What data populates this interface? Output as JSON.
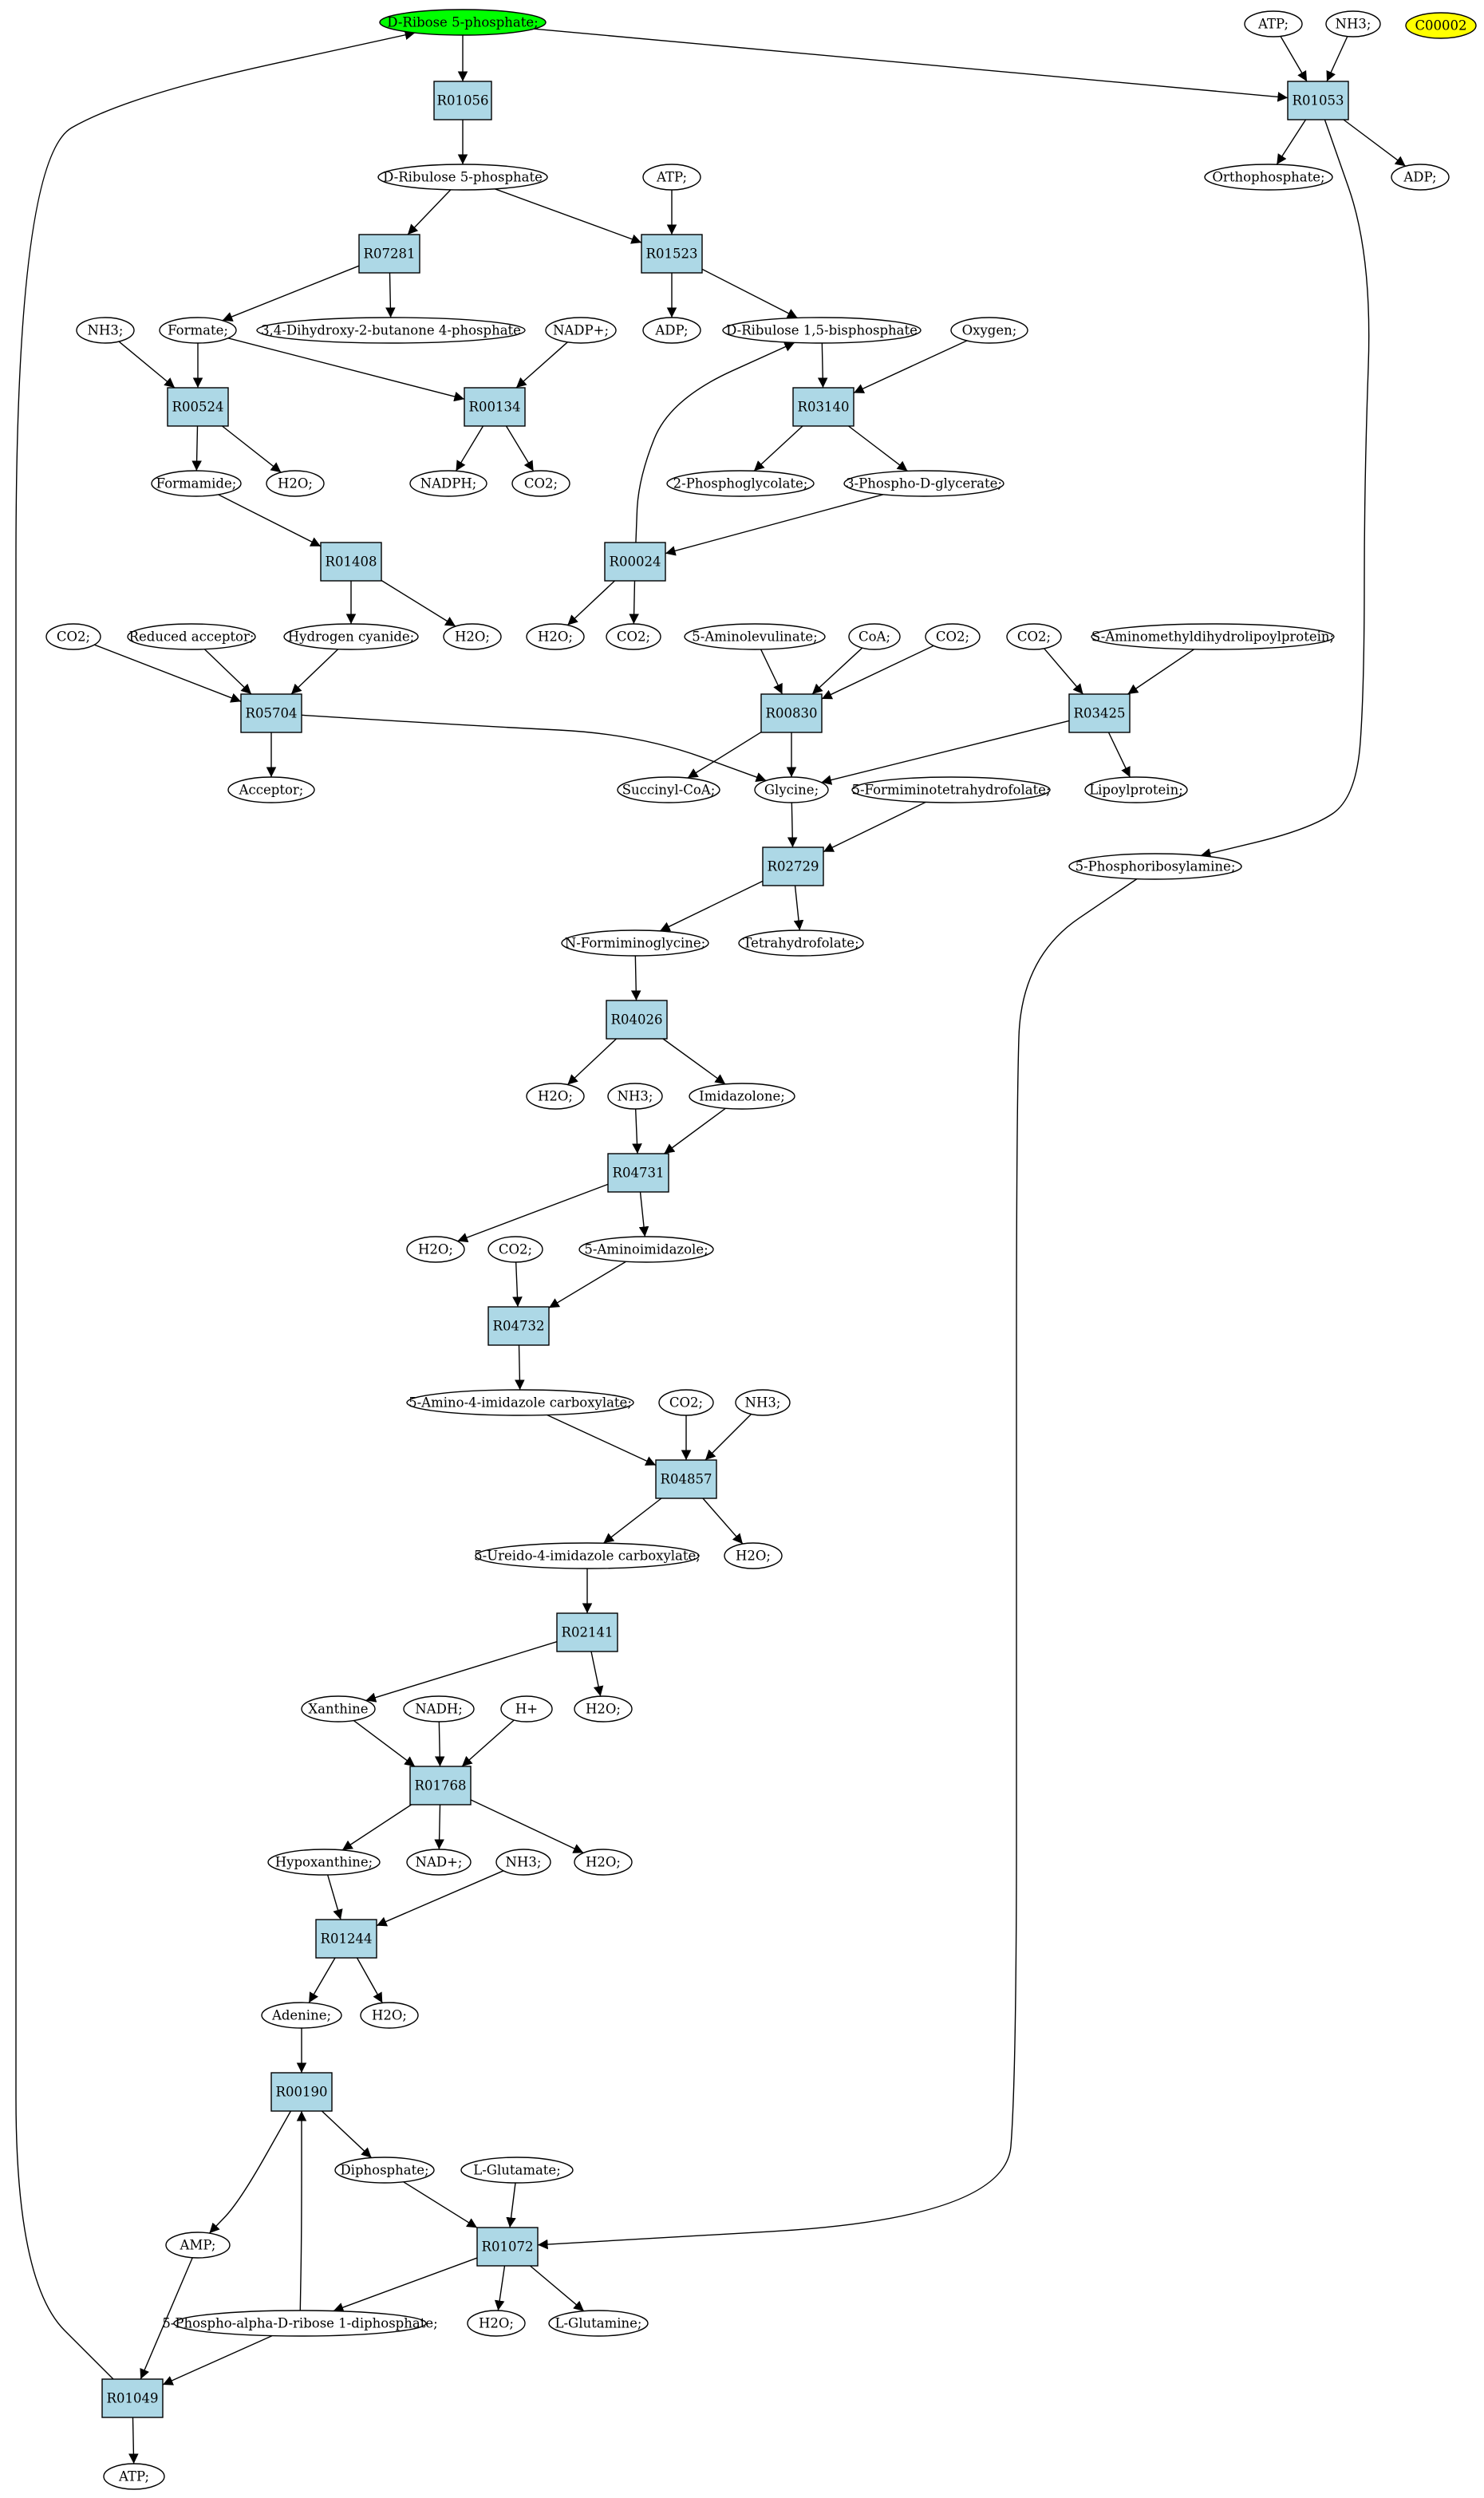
{
  "colors": {
    "compound_default": "#ffffff",
    "start_compound": "#00ff00",
    "highlight_compound": "#ffff00",
    "reaction": "#add8e6"
  },
  "compounds": [
    {
      "id": "c_r5p",
      "label": "D-Ribose 5-phosphate;",
      "style": "start"
    },
    {
      "id": "c_atp_top",
      "label": "ATP;"
    },
    {
      "id": "c_nh3_top",
      "label": "NH3;"
    },
    {
      "id": "c_c00002",
      "label": "C00002",
      "style": "highlight"
    },
    {
      "id": "c_ru5p",
      "label": "D-Ribulose 5-phosphate"
    },
    {
      "id": "c_atp2",
      "label": "ATP;"
    },
    {
      "id": "c_orthophosphate",
      "label": "Orthophosphate;"
    },
    {
      "id": "c_adp_top",
      "label": "ADP;"
    },
    {
      "id": "c_formate",
      "label": "Formate;"
    },
    {
      "id": "c_dhbp",
      "label": "3,4-Dihydroxy-2-butanone 4-phosphate"
    },
    {
      "id": "c_adp2",
      "label": "ADP;"
    },
    {
      "id": "c_rubp",
      "label": "D-Ribulose 1,5-bisphosphate"
    },
    {
      "id": "c_oxygen",
      "label": "Oxygen;"
    },
    {
      "id": "c_nh3_a",
      "label": "NH3;"
    },
    {
      "id": "c_nadpp",
      "label": "NADP+;"
    },
    {
      "id": "c_formamide",
      "label": "Formamide;"
    },
    {
      "id": "c_h2o_a",
      "label": "H2O;"
    },
    {
      "id": "c_nadph",
      "label": "NADPH;"
    },
    {
      "id": "c_co2_a",
      "label": "CO2;"
    },
    {
      "id": "c_2pg",
      "label": "2-Phosphoglycolate;"
    },
    {
      "id": "c_3pg",
      "label": "3-Phospho-D-glycerate;"
    },
    {
      "id": "c_co2_b",
      "label": "CO2;"
    },
    {
      "id": "c_redacc",
      "label": "Reduced acceptor;"
    },
    {
      "id": "c_hcn",
      "label": "Hydrogen cyanide;"
    },
    {
      "id": "c_h2o_b",
      "label": "H2O;"
    },
    {
      "id": "c_h2o_c",
      "label": "H2O;"
    },
    {
      "id": "c_co2_c",
      "label": "CO2;"
    },
    {
      "id": "c_ala",
      "label": "5-Aminolevulinate;"
    },
    {
      "id": "c_coa",
      "label": "CoA;"
    },
    {
      "id": "c_co2_d",
      "label": "CO2;"
    },
    {
      "id": "c_co2_e",
      "label": "CO2;"
    },
    {
      "id": "c_samdlp",
      "label": "S-Aminomethyldihydrolipoylprotein;"
    },
    {
      "id": "c_acceptor",
      "label": "Acceptor;"
    },
    {
      "id": "c_succoa",
      "label": "Succinyl-CoA;"
    },
    {
      "id": "c_glycine",
      "label": "Glycine;"
    },
    {
      "id": "c_fthf",
      "label": "5-Formiminotetrahydrofolate;"
    },
    {
      "id": "c_lipoyl",
      "label": "Lipoylprotein;"
    },
    {
      "id": "c_pra",
      "label": "5-Phosphoribosylamine;"
    },
    {
      "id": "c_nfg",
      "label": "N-Formiminoglycine;"
    },
    {
      "id": "c_thf",
      "label": "Tetrahydrofolate;"
    },
    {
      "id": "c_h2o_d",
      "label": "H2O;"
    },
    {
      "id": "c_nh3_b",
      "label": "NH3;"
    },
    {
      "id": "c_imidazolone",
      "label": "Imidazolone;"
    },
    {
      "id": "c_h2o_e",
      "label": "H2O;"
    },
    {
      "id": "c_co2_f",
      "label": "CO2;"
    },
    {
      "id": "c_aminoimid",
      "label": "5-Aminoimidazole;"
    },
    {
      "id": "c_aic",
      "label": "5-Amino-4-imidazole carboxylate;"
    },
    {
      "id": "c_co2_g",
      "label": "CO2;"
    },
    {
      "id": "c_nh3_c",
      "label": "NH3;"
    },
    {
      "id": "c_uic",
      "label": "5-Ureido-4-imidazole carboxylate;"
    },
    {
      "id": "c_h2o_f",
      "label": "H2O;"
    },
    {
      "id": "c_xanthine",
      "label": "Xanthine"
    },
    {
      "id": "c_nadh",
      "label": "NADH;"
    },
    {
      "id": "c_hplus",
      "label": "H+"
    },
    {
      "id": "c_h2o_g",
      "label": "H2O;"
    },
    {
      "id": "c_hypox",
      "label": "Hypoxanthine;"
    },
    {
      "id": "c_nadp",
      "label": "NAD+;"
    },
    {
      "id": "c_nh3_d",
      "label": "NH3;"
    },
    {
      "id": "c_h2o_h",
      "label": "H2O;"
    },
    {
      "id": "c_adenine",
      "label": "Adenine;"
    },
    {
      "id": "c_h2o_i",
      "label": "H2O;"
    },
    {
      "id": "c_diphosphate",
      "label": "Diphosphate;"
    },
    {
      "id": "c_glutamate",
      "label": "L-Glutamate;"
    },
    {
      "id": "c_amp",
      "label": "AMP;"
    },
    {
      "id": "c_prpp",
      "label": "5-Phospho-alpha-D-ribose 1-diphosphate;"
    },
    {
      "id": "c_h2o_j",
      "label": "H2O;"
    },
    {
      "id": "c_glutamine",
      "label": "L-Glutamine;"
    },
    {
      "id": "c_atp_bot",
      "label": "ATP;"
    }
  ],
  "reactions": [
    {
      "id": "r_R01056",
      "label": "R01056"
    },
    {
      "id": "r_R01053",
      "label": "R01053"
    },
    {
      "id": "r_R07281",
      "label": "R07281"
    },
    {
      "id": "r_R01523",
      "label": "R01523"
    },
    {
      "id": "r_R00524",
      "label": "R00524"
    },
    {
      "id": "r_R00134",
      "label": "R00134"
    },
    {
      "id": "r_R03140",
      "label": "R03140"
    },
    {
      "id": "r_R01408",
      "label": "R01408"
    },
    {
      "id": "r_R00024",
      "label": "R00024"
    },
    {
      "id": "r_R05704",
      "label": "R05704"
    },
    {
      "id": "r_R00830",
      "label": "R00830"
    },
    {
      "id": "r_R03425",
      "label": "R03425"
    },
    {
      "id": "r_R02729",
      "label": "R02729"
    },
    {
      "id": "r_R04026",
      "label": "R04026"
    },
    {
      "id": "r_R04731",
      "label": "R04731"
    },
    {
      "id": "r_R04732",
      "label": "R04732"
    },
    {
      "id": "r_R04857",
      "label": "R04857"
    },
    {
      "id": "r_R02141",
      "label": "R02141"
    },
    {
      "id": "r_R01768",
      "label": "R01768"
    },
    {
      "id": "r_R01244",
      "label": "R01244"
    },
    {
      "id": "r_R00190",
      "label": "R00190"
    },
    {
      "id": "r_R01072",
      "label": "R01072"
    },
    {
      "id": "r_R01049",
      "label": "R01049"
    }
  ],
  "edges": [
    [
      "c_r5p",
      "r_R01056"
    ],
    [
      "r_R01056",
      "c_ru5p"
    ],
    [
      "c_r5p",
      "r_R01053"
    ],
    [
      "c_atp_top",
      "r_R01053"
    ],
    [
      "c_nh3_top",
      "r_R01053"
    ],
    [
      "r_R01053",
      "c_orthophosphate"
    ],
    [
      "r_R01053",
      "c_adp_top"
    ],
    [
      "r_R01053",
      "c_pra"
    ],
    [
      "c_ru5p",
      "r_R07281"
    ],
    [
      "c_ru5p",
      "r_R01523"
    ],
    [
      "c_atp2",
      "r_R01523"
    ],
    [
      "r_R07281",
      "c_formate"
    ],
    [
      "r_R07281",
      "c_dhbp"
    ],
    [
      "r_R01523",
      "c_adp2"
    ],
    [
      "r_R01523",
      "c_rubp"
    ],
    [
      "c_nh3_a",
      "r_R00524"
    ],
    [
      "c_formate",
      "r_R00524"
    ],
    [
      "c_formate",
      "r_R00134"
    ],
    [
      "c_nadpp",
      "r_R00134"
    ],
    [
      "c_rubp",
      "r_R03140"
    ],
    [
      "c_oxygen",
      "r_R03140"
    ],
    [
      "r_R00524",
      "c_formamide"
    ],
    [
      "r_R00524",
      "c_h2o_a"
    ],
    [
      "r_R00134",
      "c_nadph"
    ],
    [
      "r_R00134",
      "c_co2_a"
    ],
    [
      "r_R03140",
      "c_2pg"
    ],
    [
      "r_R03140",
      "c_3pg"
    ],
    [
      "c_formamide",
      "r_R01408"
    ],
    [
      "c_3pg",
      "r_R00024"
    ],
    [
      "r_R00024",
      "c_rubp"
    ],
    [
      "r_R01408",
      "c_hcn"
    ],
    [
      "r_R01408",
      "c_h2o_b"
    ],
    [
      "r_R00024",
      "c_h2o_c"
    ],
    [
      "r_R00024",
      "c_co2_c"
    ],
    [
      "c_co2_b",
      "r_R05704"
    ],
    [
      "c_redacc",
      "r_R05704"
    ],
    [
      "c_hcn",
      "r_R05704"
    ],
    [
      "c_ala",
      "r_R00830"
    ],
    [
      "c_coa",
      "r_R00830"
    ],
    [
      "c_co2_d",
      "r_R00830"
    ],
    [
      "c_co2_e",
      "r_R03425"
    ],
    [
      "c_samdlp",
      "r_R03425"
    ],
    [
      "r_R05704",
      "c_acceptor"
    ],
    [
      "r_R05704",
      "c_glycine"
    ],
    [
      "r_R00830",
      "c_succoa"
    ],
    [
      "r_R00830",
      "c_glycine"
    ],
    [
      "r_R03425",
      "c_glycine"
    ],
    [
      "r_R03425",
      "c_lipoyl"
    ],
    [
      "c_glycine",
      "r_R02729"
    ],
    [
      "c_fthf",
      "r_R02729"
    ],
    [
      "r_R02729",
      "c_nfg"
    ],
    [
      "r_R02729",
      "c_thf"
    ],
    [
      "c_nfg",
      "r_R04026"
    ],
    [
      "r_R04026",
      "c_h2o_d"
    ],
    [
      "r_R04026",
      "c_imidazolone"
    ],
    [
      "c_nh3_b",
      "r_R04731"
    ],
    [
      "c_imidazolone",
      "r_R04731"
    ],
    [
      "r_R04731",
      "c_h2o_e"
    ],
    [
      "r_R04731",
      "c_aminoimid"
    ],
    [
      "c_co2_f",
      "r_R04732"
    ],
    [
      "c_aminoimid",
      "r_R04732"
    ],
    [
      "r_R04732",
      "c_aic"
    ],
    [
      "c_aic",
      "r_R04857"
    ],
    [
      "c_co2_g",
      "r_R04857"
    ],
    [
      "c_nh3_c",
      "r_R04857"
    ],
    [
      "r_R04857",
      "c_uic"
    ],
    [
      "r_R04857",
      "c_h2o_f"
    ],
    [
      "c_uic",
      "r_R02141"
    ],
    [
      "r_R02141",
      "c_xanthine"
    ],
    [
      "r_R02141",
      "c_h2o_g"
    ],
    [
      "c_xanthine",
      "r_R01768"
    ],
    [
      "c_nadh",
      "r_R01768"
    ],
    [
      "c_hplus",
      "r_R01768"
    ],
    [
      "r_R01768",
      "c_hypox"
    ],
    [
      "r_R01768",
      "c_nadp"
    ],
    [
      "r_R01768",
      "c_h2o_h"
    ],
    [
      "c_hypox",
      "r_R01244"
    ],
    [
      "c_nh3_d",
      "r_R01244"
    ],
    [
      "r_R01244",
      "c_adenine"
    ],
    [
      "r_R01244",
      "c_h2o_i"
    ],
    [
      "c_adenine",
      "r_R00190"
    ],
    [
      "c_prpp",
      "r_R00190"
    ],
    [
      "r_R00190",
      "c_amp"
    ],
    [
      "r_R00190",
      "c_diphosphate"
    ],
    [
      "c_diphosphate",
      "r_R01072"
    ],
    [
      "c_glutamate",
      "r_R01072"
    ],
    [
      "c_pra",
      "r_R01072"
    ],
    [
      "r_R01072",
      "c_prpp"
    ],
    [
      "r_R01072",
      "c_h2o_j"
    ],
    [
      "r_R01072",
      "c_glutamine"
    ],
    [
      "c_amp",
      "r_R01049"
    ],
    [
      "c_prpp",
      "r_R01049"
    ],
    [
      "r_R01049",
      "c_atp_bot"
    ],
    [
      "r_R01049",
      "c_r5p"
    ]
  ]
}
